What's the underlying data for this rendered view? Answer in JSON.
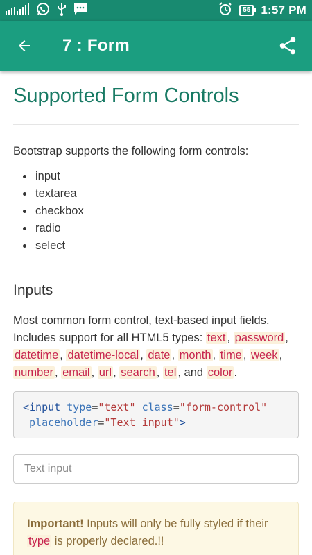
{
  "status_bar": {
    "time": "1:57 PM",
    "battery": "55",
    "icons": [
      "signal-bars-icon",
      "whatsapp-icon",
      "usb-icon",
      "message-icon",
      "alarm-icon",
      "battery-icon"
    ]
  },
  "toolbar": {
    "title": "7 :  Form",
    "back_icon": "arrow-back-icon",
    "share_icon": "share-icon"
  },
  "content": {
    "title": "Supported Form Controls",
    "intro": "Bootstrap supports the following form controls:",
    "controls": [
      "input",
      "textarea",
      "checkbox",
      "radio",
      "select"
    ],
    "inputs_heading": "Inputs",
    "inputs_desc_part1": "Most common form control, text-based input fields. Includes support for all HTML5 types:",
    "html5_types": [
      "text",
      "password",
      "datetime",
      "datetime-local",
      "date",
      "month",
      "time",
      "week",
      "number",
      "email",
      "url",
      "search",
      "tel"
    ],
    "and_word": ", and",
    "last_type": "color",
    "code": {
      "tag_open": "<input",
      "attr_type": "type",
      "val_type": "\"text\"",
      "attr_class": "class",
      "val_class": "\"form-control\"",
      "attr_placeholder": "placeholder",
      "val_placeholder": "\"Text input\"",
      "tag_close": ">"
    },
    "demo_input_placeholder": "Text input",
    "alert": {
      "strong": "Important!",
      "text_part1": " Inputs will only be fully styled if their ",
      "code_word": "type",
      "text_part2": " is properly declared.!!"
    }
  },
  "colors": {
    "status_bar": "#188a70",
    "toolbar": "#1b9e80",
    "title_green": "#187a64",
    "code_red": "#c7254e",
    "code_bg": "#fbf1dc",
    "alert_bg": "#fdf8e4",
    "alert_text": "#8a6d3b"
  }
}
